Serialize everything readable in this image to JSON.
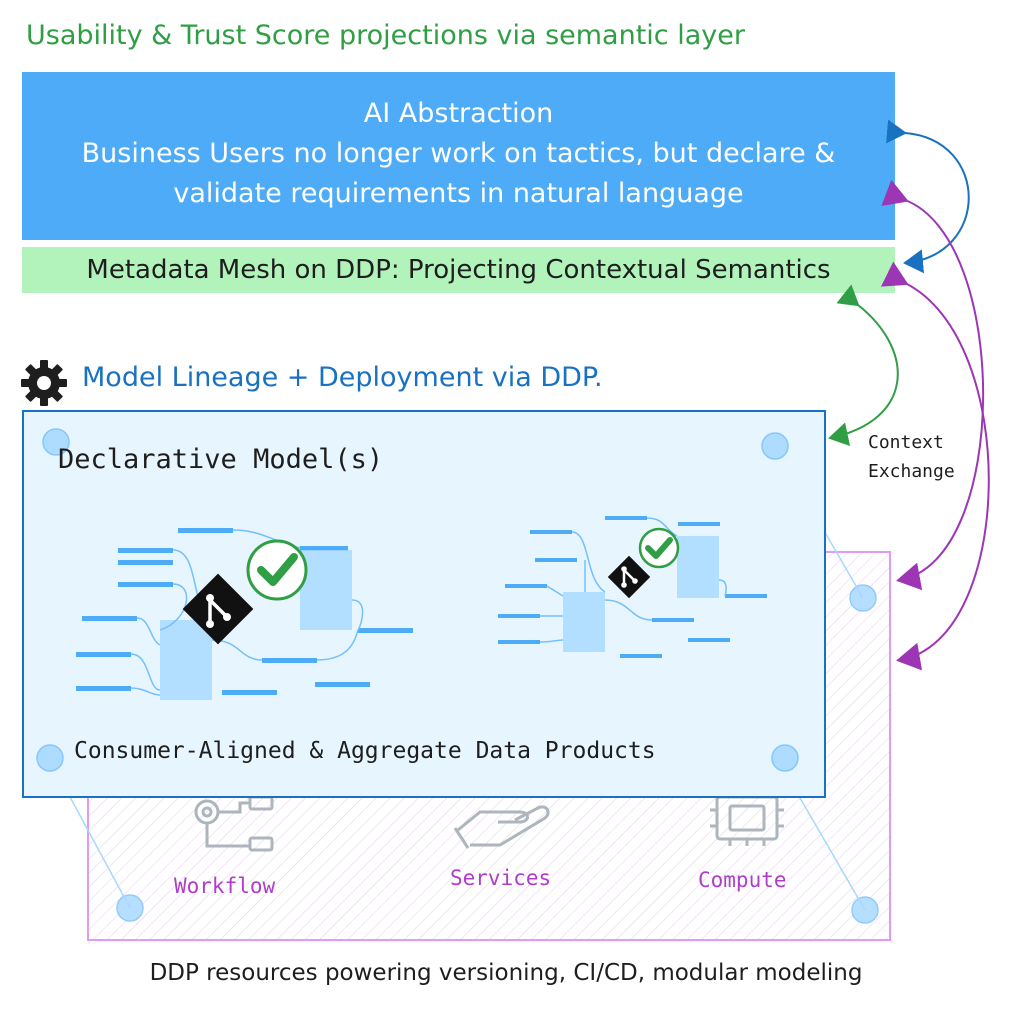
{
  "heading": "Usability & Trust Score projections via semantic layer",
  "ai_abstraction": {
    "line1": "AI Abstraction",
    "line2": "Business Users no longer work on tactics, but declare &",
    "line3": "validate requirements in natural language"
  },
  "metadata_mesh": "Metadata Mesh on DDP: Projecting Contextual Semantics",
  "model_lineage": "Model Lineage + Deployment via DDP.",
  "declarative_models": "Declarative Model(s)",
  "data_products": "Consumer-Aligned & Aggregate Data Products",
  "context_exchange": {
    "line1": "Context",
    "line2": "Exchange"
  },
  "resources": {
    "workflow": "Workflow",
    "services": "Services",
    "compute": "Compute"
  },
  "footer": "DDP resources powering versioning, CI/CD, modular modeling",
  "colors": {
    "ai_box": "#4dabf7",
    "mesh_box": "#b2f2bb",
    "model_box_fill": "#e7f5ff",
    "model_box_border": "#1971c2",
    "resource_box": "#ae3ec9",
    "context_arrow": "#2f9e44",
    "mesh_arrow": "#1971c2",
    "resource_arrow": "#9c36b5"
  },
  "icons": [
    "gear-icon",
    "git-icon",
    "check-icon",
    "workflow-icon",
    "services-icon",
    "compute-icon"
  ]
}
